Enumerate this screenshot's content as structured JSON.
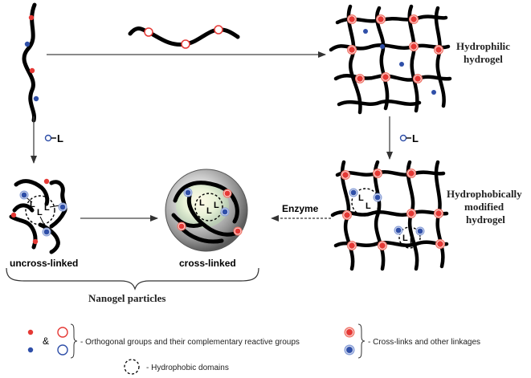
{
  "labels": {
    "hydrophilic_hydrogel_line1": "Hydrophilic",
    "hydrophilic_hydrogel_line2": "hydrogel",
    "hydrophobic_line1": "Hydrophobically",
    "hydrophobic_line2": "modified",
    "hydrophobic_line3": "hydrogel",
    "enzyme": "Enzyme",
    "uncross_linked": "uncross-linked",
    "cross_linked": "cross-linked",
    "nanogel_particles": "Nanogel particles",
    "ligand_left": "L",
    "ligand_right": "L",
    "L": "L"
  },
  "legend": {
    "ampersand": "&",
    "orthogonal": "- Orthogonal groups and their complementary reactive groups",
    "crosslinks": "- Cross-links and other linkages",
    "hydrophobic_domains": "- Hydrophobic domains"
  },
  "colors": {
    "red": "#e53935",
    "blue": "#2f4fa8",
    "red_ring": "#f07a6e",
    "blue_ring": "#8aa0d8"
  }
}
